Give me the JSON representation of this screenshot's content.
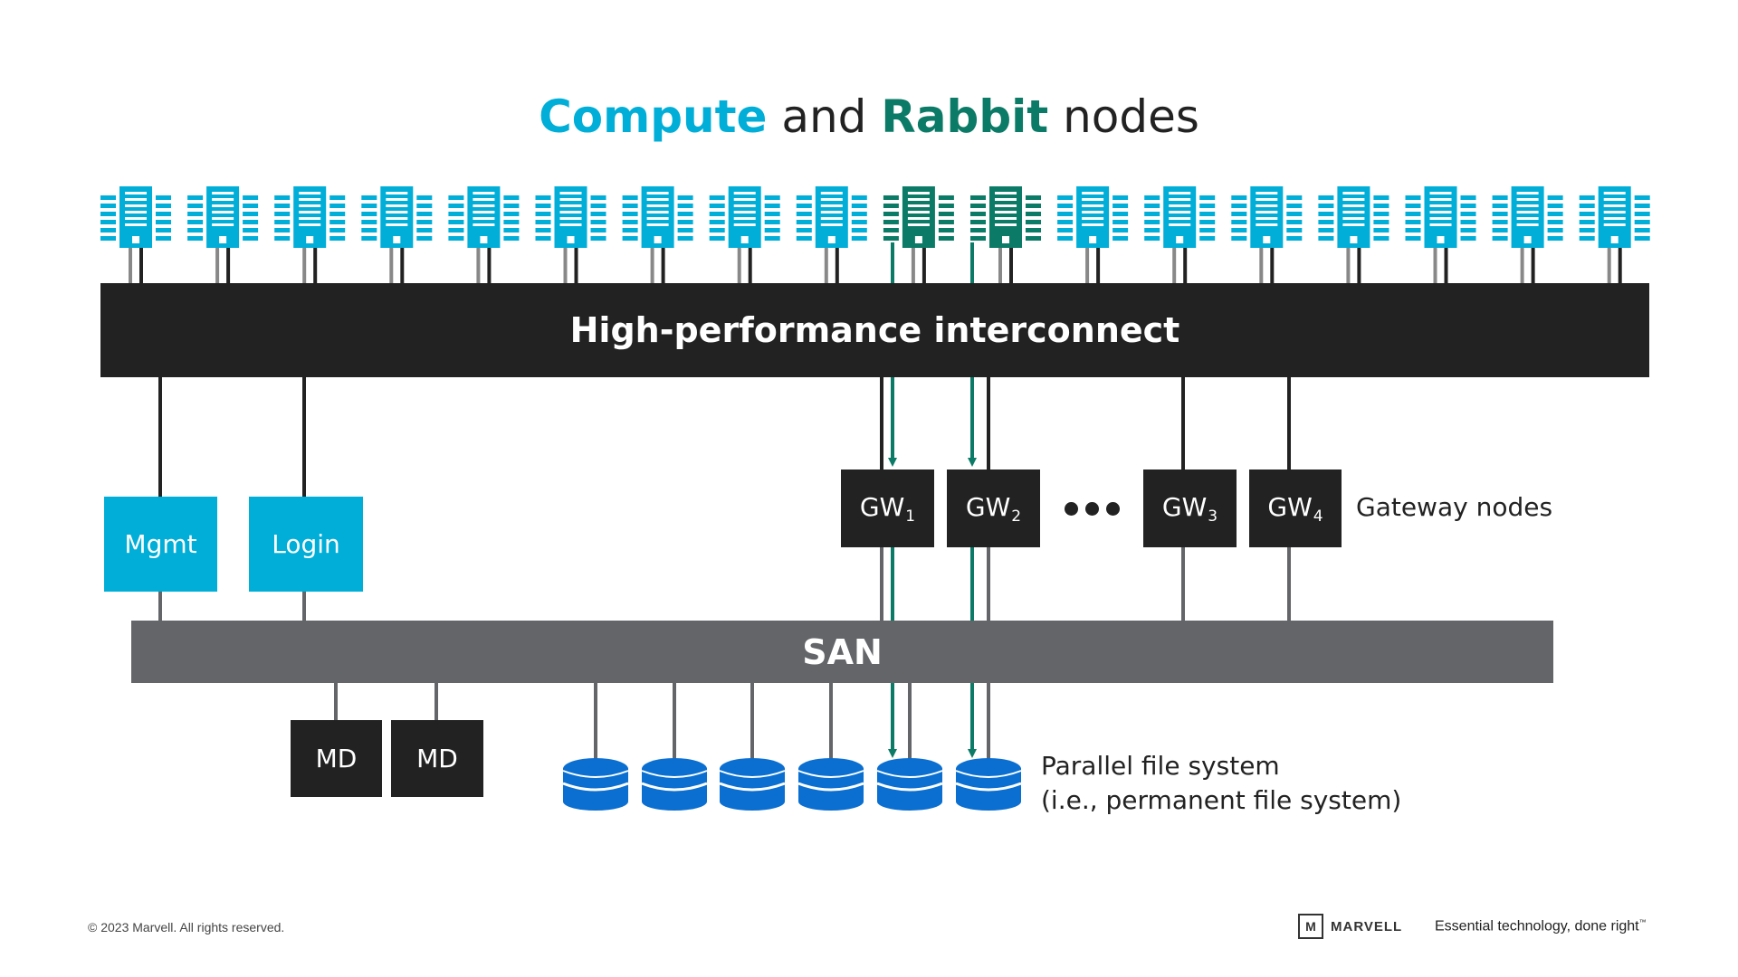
{
  "title": {
    "compute": "Compute",
    "and": " and ",
    "rabbit": "Rabbit",
    "nodes": " nodes"
  },
  "interconnect_label": "High-performance interconnect",
  "san_label": "SAN",
  "mgmt_label": "Mgmt",
  "login_label": "Login",
  "gateways": [
    {
      "base": "GW",
      "sub": "1"
    },
    {
      "base": "GW",
      "sub": "2"
    },
    {
      "base": "GW",
      "sub": "3"
    },
    {
      "base": "GW",
      "sub": "4"
    }
  ],
  "gateway_caption": "Gateway nodes",
  "md_labels": [
    "MD",
    "MD"
  ],
  "pfs_caption_line1": "Parallel file system",
  "pfs_caption_line2": "(i.e., permanent file system)",
  "footer": {
    "copyright": "© 2023 Marvell. All rights reserved.",
    "logo_text": "MARVELL",
    "tagline": "Essential technology, done right",
    "tm": "™"
  },
  "server_node_count": 18,
  "rabbit_node_indices": [
    9,
    10
  ],
  "disk_count": 6,
  "colors": {
    "compute": "#00aed8",
    "rabbit": "#0b7a66",
    "dark": "#222222",
    "san": "#636569",
    "disk": "#0a6fd0"
  },
  "icons": {
    "server": "server-rack-icon",
    "disk": "database-cylinder-icon",
    "arrow": "flow-arrow-icon"
  }
}
